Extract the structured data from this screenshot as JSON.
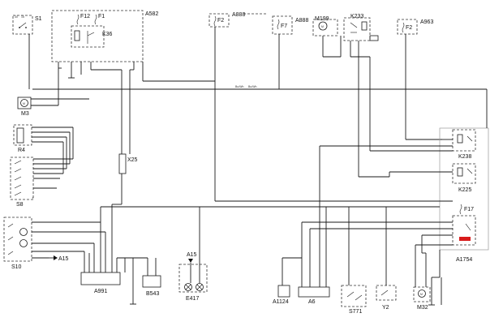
{
  "components": {
    "s1": "S1",
    "a582": "A582",
    "f12": "F12",
    "f1": "F1",
    "k36": "K36",
    "a888_top": "A888",
    "f2_top": "F2",
    "a888_right": "A888",
    "m199": "M199",
    "k233": "K233",
    "a963": "A963",
    "f2_right": "F2",
    "m3": "M3",
    "r4": "R4",
    "s8": "S8",
    "x25": "X25",
    "k238": "K238",
    "k225": "K225",
    "f17": "F17",
    "a1754": "A1754",
    "s10": "S10",
    "a15_left": "A15",
    "a991": "A991",
    "b543": "B543",
    "a15_mid": "A15",
    "e417": "E417",
    "a1124": "A1124",
    "a6": "A6",
    "s771": "S771",
    "y2": "Y2",
    "m32": "M32"
  },
  "colors": {
    "wire": "#1a1a1a",
    "frame": "#999999",
    "highlight": "#d81b1b"
  }
}
